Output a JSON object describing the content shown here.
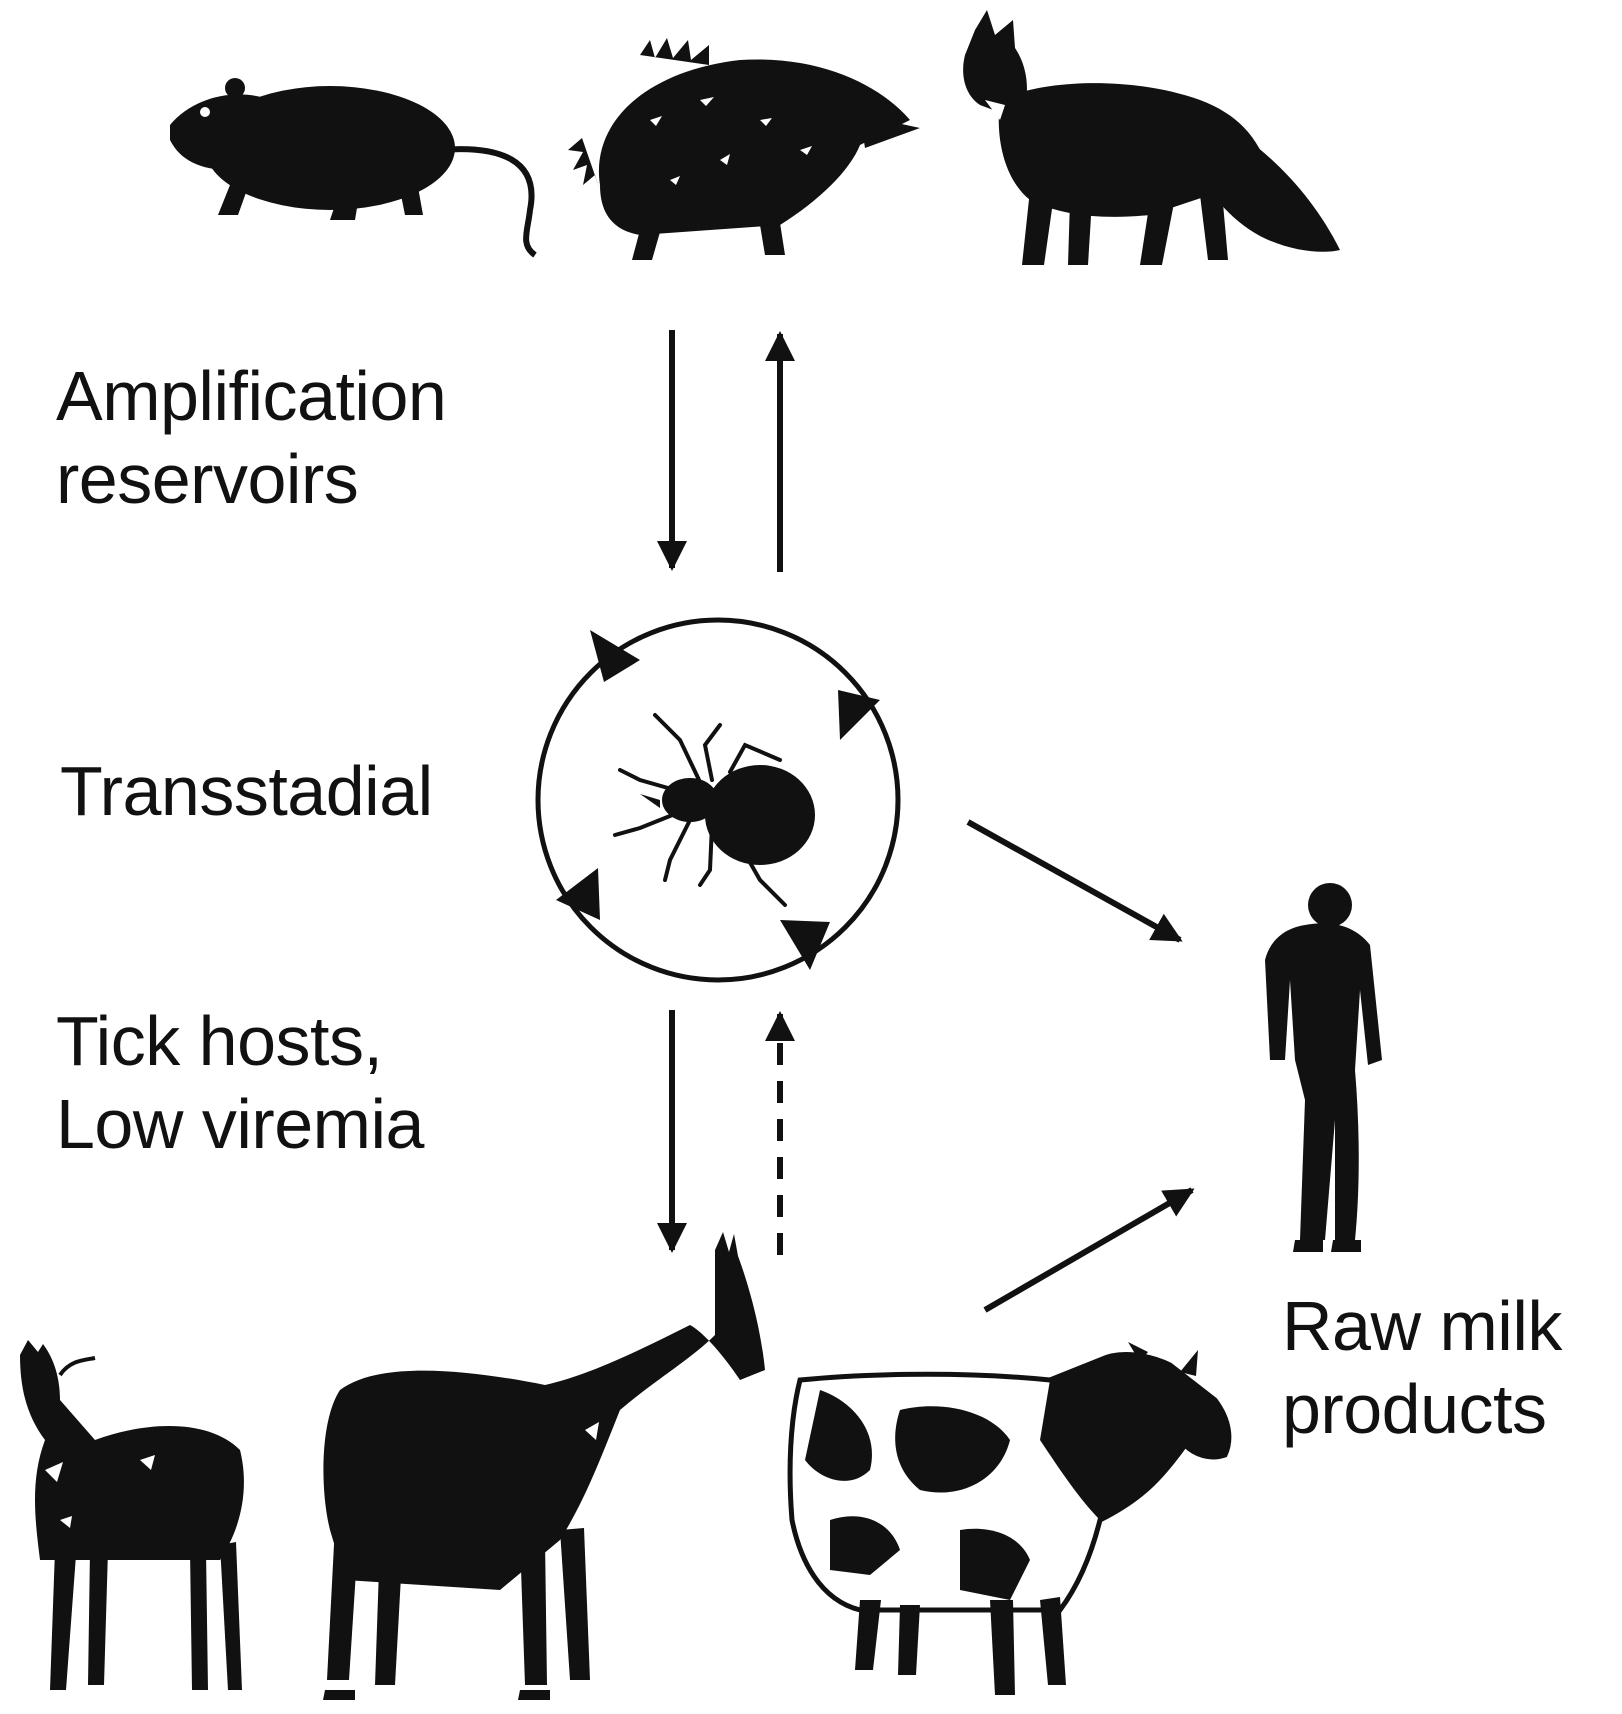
{
  "labels": {
    "amplification_line1": "Amplification",
    "amplification_line2": "reservoirs",
    "transstadial": "Transstadial",
    "tick_hosts_line1": "Tick hosts,",
    "tick_hosts_line2": "Low viremia",
    "raw_milk_line1": "Raw milk",
    "raw_milk_line2": "products"
  },
  "colors": {
    "ink": "#111111",
    "background": "#ffffff"
  },
  "icons": {
    "reservoirs": [
      "rodent-icon",
      "hedgehog-icon",
      "fox-icon"
    ],
    "vector": "tick-icon",
    "hosts": [
      "deer-icon",
      "horse-icon",
      "cow-icon"
    ],
    "human": "human-icon"
  }
}
